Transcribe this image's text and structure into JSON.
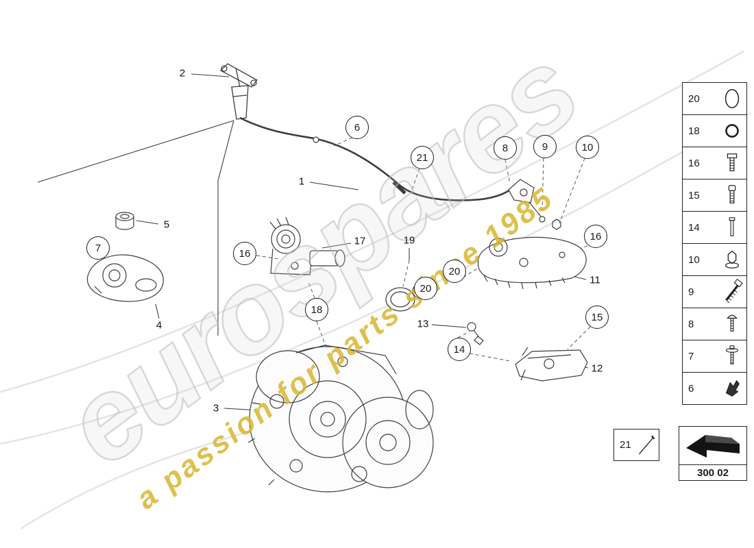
{
  "watermark": {
    "brand": "eurospares",
    "tagline": "a passion for parts since 1985"
  },
  "colors": {
    "tagline_yellow": "#d8b52f",
    "watermark_gray": "#bdbdbd",
    "line_color": "#3c3c3c"
  },
  "callouts": {
    "circled": [
      {
        "label": "6"
      },
      {
        "label": "21"
      },
      {
        "label": "8"
      },
      {
        "label": "9"
      },
      {
        "label": "10"
      },
      {
        "label": "7"
      },
      {
        "label": "16"
      },
      {
        "label": "16"
      },
      {
        "label": "18"
      },
      {
        "label": "20"
      },
      {
        "label": "20"
      },
      {
        "label": "14"
      },
      {
        "label": "15"
      }
    ],
    "plain": [
      {
        "label": "1"
      },
      {
        "label": "2"
      },
      {
        "label": "3"
      },
      {
        "label": "4"
      },
      {
        "label": "5"
      },
      {
        "label": "11"
      },
      {
        "label": "12"
      },
      {
        "label": "13"
      },
      {
        "label": "17"
      },
      {
        "label": "19"
      }
    ]
  },
  "sidebar": {
    "items": [
      {
        "num": "20",
        "icon": "o-ring-large-icon"
      },
      {
        "num": "18",
        "icon": "o-ring-small-icon"
      },
      {
        "num": "16",
        "icon": "hex-bolt-icon"
      },
      {
        "num": "15",
        "icon": "socket-bolt-icon"
      },
      {
        "num": "14",
        "icon": "stud-icon"
      },
      {
        "num": "10",
        "icon": "flange-nut-icon"
      },
      {
        "num": "9",
        "icon": "long-screw-icon"
      },
      {
        "num": "8",
        "icon": "pan-head-screw-icon"
      },
      {
        "num": "7",
        "icon": "washer-screw-icon"
      },
      {
        "num": "6",
        "icon": "clip-icon"
      }
    ]
  },
  "legend": {
    "pin_num": "21",
    "page_code": "300 02"
  }
}
